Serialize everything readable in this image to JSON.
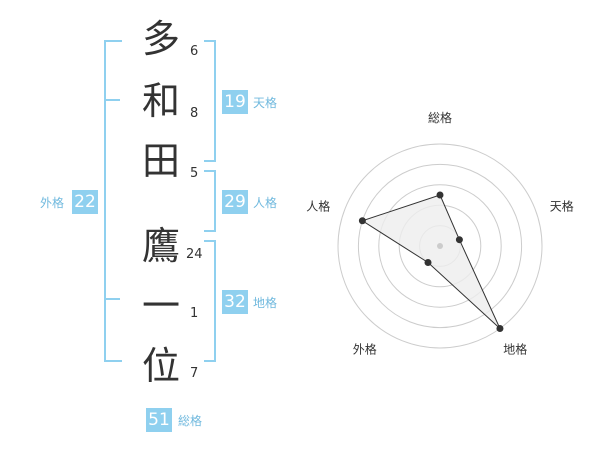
{
  "name": {
    "characters": [
      "多",
      "和",
      "田",
      "鷹",
      "一",
      "位"
    ],
    "strokes": [
      "6",
      "8",
      "5",
      "24",
      "1",
      "7"
    ]
  },
  "fortunes": {
    "tenkaku": {
      "label": "天格",
      "value": "19"
    },
    "jinkaku": {
      "label": "人格",
      "value": "29"
    },
    "chikaku": {
      "label": "地格",
      "value": "32"
    },
    "gaikaku": {
      "label": "外格",
      "value": "22"
    },
    "soukaku": {
      "label": "総格",
      "value": "51"
    }
  },
  "radar": {
    "axes": [
      "総格",
      "天格",
      "地格",
      "外格",
      "人格"
    ],
    "values": [
      0.5,
      0.2,
      1.0,
      0.2,
      0.8
    ],
    "colors": {
      "fill": "#eeeeee",
      "line": "#333333",
      "grid": "#cccccc",
      "accent": "#8fd0ef"
    }
  }
}
